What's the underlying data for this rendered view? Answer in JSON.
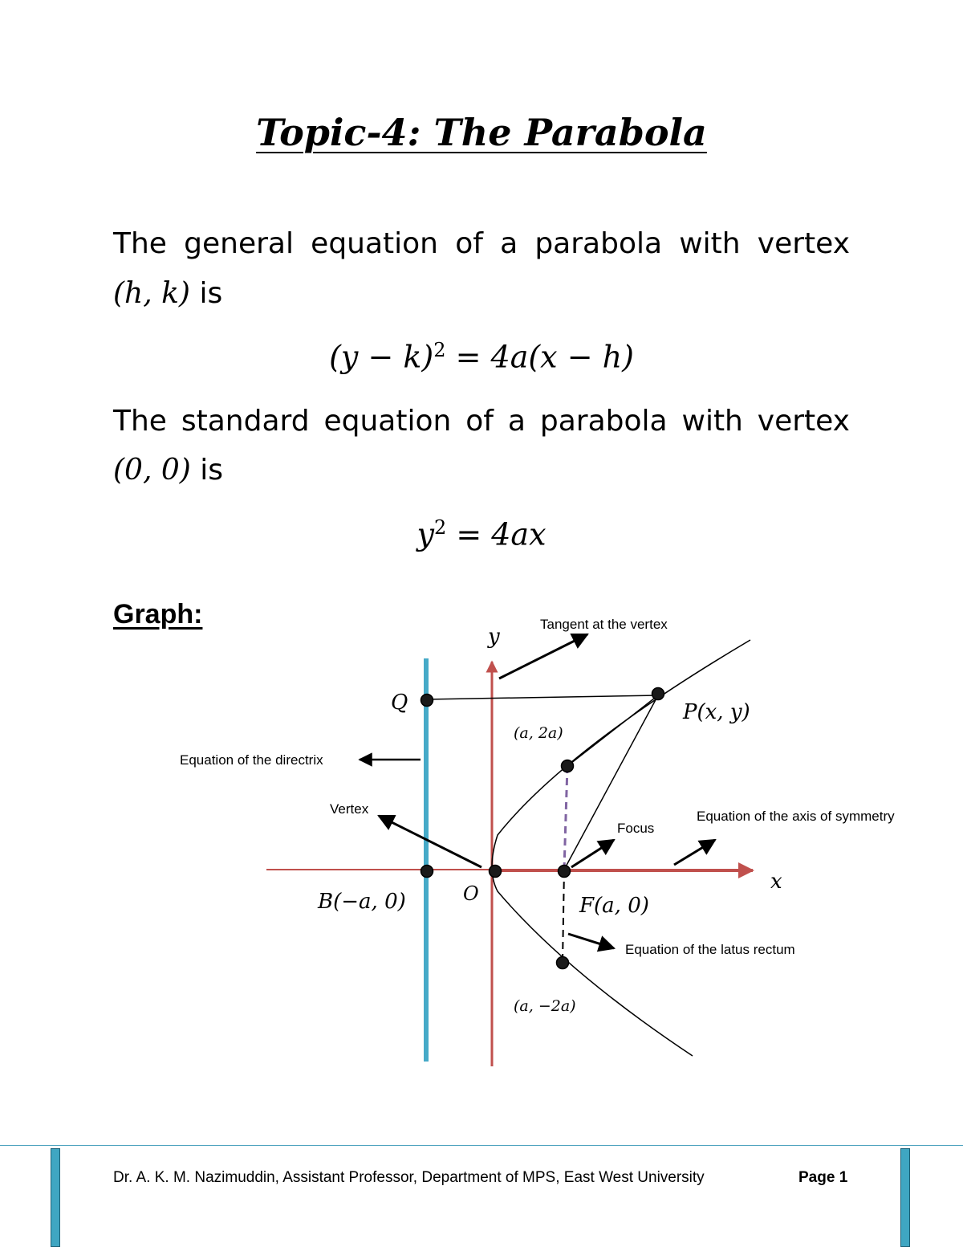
{
  "title": "Topic-4: The Parabola",
  "general": {
    "line1": "The general equation of a parabola with vertex",
    "vertex": "(h, k)",
    "is": "is",
    "equation": {
      "lhs": "(y − k)",
      "exp": "2",
      "rhs": "= 4a(x − h)"
    }
  },
  "standard": {
    "line1": "The standard equation of a parabola with vertex",
    "vertex": "(0, 0)",
    "is": "is",
    "equation": {
      "lhs": "y",
      "exp": "2",
      "rhs": "= 4ax"
    }
  },
  "graph": {
    "heading": "Graph:",
    "labels": {
      "tangent": "Tangent at the vertex",
      "y_axis": "y",
      "x_axis": "x",
      "Q": "Q",
      "P": "P(x, y)",
      "a2a": "(a, 2a)",
      "directrix": "Equation of the directrix",
      "vertex": "Vertex",
      "focus": "Focus",
      "axis_symmetry": "Equation of the axis of symmetry",
      "B": "B(−a, 0)",
      "O": "O",
      "F": "F(a, 0)",
      "latus": "Equation of the latus rectum",
      "am2a": "(a, −2a)"
    },
    "colors": {
      "directrix": "#46aac8",
      "axes": "#c0504d",
      "latus": "#8064a2",
      "curve": "#000000"
    }
  },
  "footer": {
    "author": "Dr. A. K. M. Nazimuddin, Assistant Professor, Department of MPS, East West University",
    "page": "Page 1"
  }
}
